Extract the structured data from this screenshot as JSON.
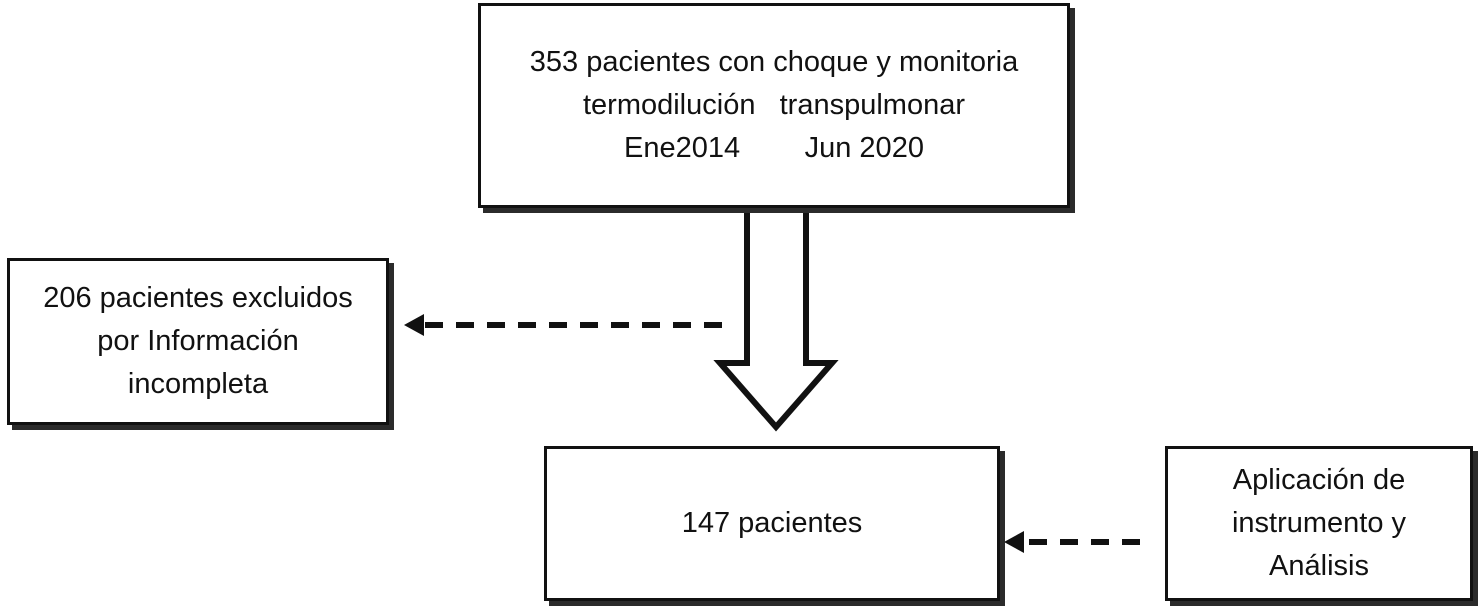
{
  "nodes": {
    "total": {
      "lines": [
        "353 pacientes con choque y monitoria",
        "termodilución   transpulmonar",
        "Ene2014        Jun 2020"
      ]
    },
    "excluded": {
      "lines": [
        "206 pacientes excluidos",
        "por Información",
        "incompleta"
      ]
    },
    "included": {
      "lines": [
        "147 pacientes"
      ]
    },
    "analysis": {
      "lines": [
        "Aplicación de",
        "instrumento y",
        "Análisis"
      ]
    }
  },
  "edges": [
    {
      "from": "total",
      "to": "included",
      "style": "hollow-block-arrow"
    },
    {
      "from": "total",
      "to": "excluded",
      "style": "dashed-arrow"
    },
    {
      "from": "analysis",
      "to": "included",
      "style": "dashed-arrow"
    }
  ]
}
